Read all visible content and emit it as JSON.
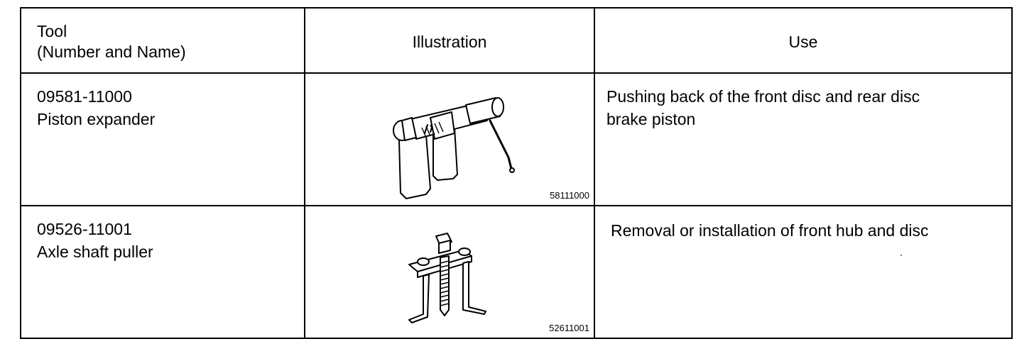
{
  "headers": {
    "tool_line1": "Tool",
    "tool_line2": "(Number and Name)",
    "illustration": "Illustration",
    "use": "Use"
  },
  "rows": [
    {
      "tool_number": "09581-11000",
      "tool_name": "Piston expander",
      "illustration_icon": "piston-expander-icon",
      "illustration_code": "58111000",
      "use_line1": "Pushing back of the front disc and rear disc",
      "use_line2": "brake piston"
    },
    {
      "tool_number": "09526-11001",
      "tool_name": "Axle shaft puller",
      "illustration_icon": "axle-shaft-puller-icon",
      "illustration_code": "52611001",
      "use_line1": "Removal or installation of front hub and disc"
    }
  ]
}
